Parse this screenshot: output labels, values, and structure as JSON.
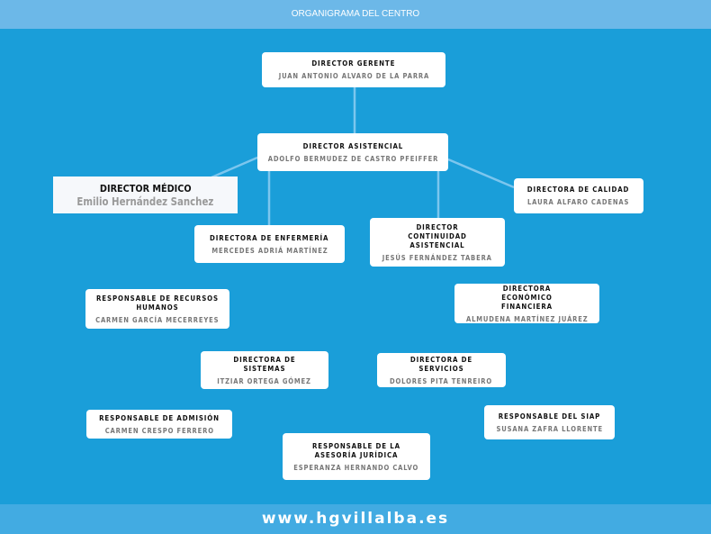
{
  "header": {
    "title": "ORGANIGRAMA DEL CENTRO"
  },
  "footer": {
    "url": "www.hgvillalba.es"
  },
  "nodes": [
    {
      "title": "DIRECTOR GERENTE",
      "name": "JUAN ANTONIO ALVARO DE LA PARRA"
    },
    {
      "title": "DIRECTOR ASISTENCIAL",
      "name": "ADOLFO BERMUDEZ DE CASTRO PFEIFFER"
    },
    {
      "title": "DIRECTOR MÉDICO",
      "name": "Emilio Hernández Sanchez"
    },
    {
      "title": "DIRECTORA DE CALIDAD",
      "name": "LAURA ALFARO CADENAS"
    },
    {
      "title": "DIRECTORA DE ENFERMERÍA",
      "name": "MERCEDES ADRIÁ MARTÍNEZ"
    },
    {
      "title": "DIRECTOR CONTINUIDAD ASISTENCIAL",
      "name": "JESÚS FERNÁNDEZ TABERA"
    },
    {
      "title": "RESPONSABLE DE RECURSOS HUMANOS",
      "name": "CARMEN GARCÍA MECERREYES"
    },
    {
      "title": "DIRECTORA ECONÓMICO FINANCIERA",
      "name": "ALMUDENA MARTÍNEZ JUÁREZ"
    },
    {
      "title": "DIRECTORA DE SISTEMAS",
      "name": "ITZIAR ORTEGA GÓMEZ"
    },
    {
      "title": "DIRECTORA DE SERVICIOS",
      "name": "DOLORES PITA TENREIRO"
    },
    {
      "title": "RESPONSABLE DE ADMISIÓN",
      "name": "CARMEN CRESPO FERRERO"
    },
    {
      "title": "RESPONSABLE DEL SIAP",
      "name": "SUSANA ZAFRA LLORENTE"
    },
    {
      "title": "RESPONSABLE DE LA ASESORÍA JURÍDICA",
      "name": "ESPERANZA HERNANDO CALVO"
    }
  ]
}
